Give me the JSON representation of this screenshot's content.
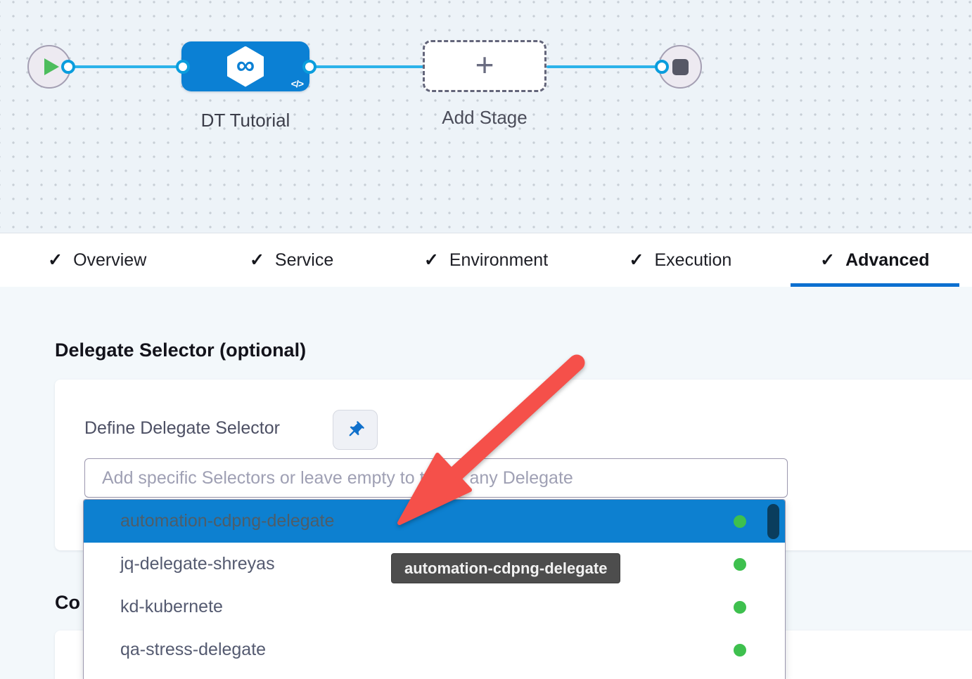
{
  "canvas": {
    "stage_label": "DT Tutorial",
    "add_stage_label": "Add Stage",
    "code_glyph": "</>",
    "infinity_glyph": "∞",
    "plus_glyph": "+"
  },
  "tabs": {
    "check_glyph": "✓",
    "items": [
      {
        "label": "Overview",
        "active": false
      },
      {
        "label": "Service",
        "active": false
      },
      {
        "label": "Environment",
        "active": false
      },
      {
        "label": "Execution",
        "active": false
      },
      {
        "label": "Advanced",
        "active": true
      }
    ]
  },
  "advanced": {
    "heading": "Delegate Selector (optional)",
    "define_label": "Define Delegate Selector",
    "input_placeholder": "Add specific Selectors or leave empty to target any Delegate",
    "input_value": "",
    "partial_heading": "Co"
  },
  "dropdown": {
    "items": [
      {
        "label": "automation-cdpng-delegate",
        "status": "healthy",
        "selected": true
      },
      {
        "label": "jq-delegate-shreyas",
        "status": "healthy",
        "selected": false
      },
      {
        "label": "kd-kubernete",
        "status": "healthy",
        "selected": false
      },
      {
        "label": "qa-stress-delegate",
        "status": "healthy",
        "selected": false
      }
    ]
  },
  "tooltip": {
    "text": "automation-cdpng-delegate"
  },
  "colors": {
    "node_blue": "#0b80d4",
    "edge_blue": "#2cb3ea",
    "selection_blue": "#0d80d0",
    "tab_active_blue": "#0b6fd0",
    "healthy_green": "#3ec04e",
    "scrollbar_navy": "#0a3d5d",
    "tooltip_gray": "#4d4d4d",
    "arrow_red": "#f5504a",
    "canvas_bg": "#edf3f8",
    "content_bg": "#f3f8fb"
  }
}
